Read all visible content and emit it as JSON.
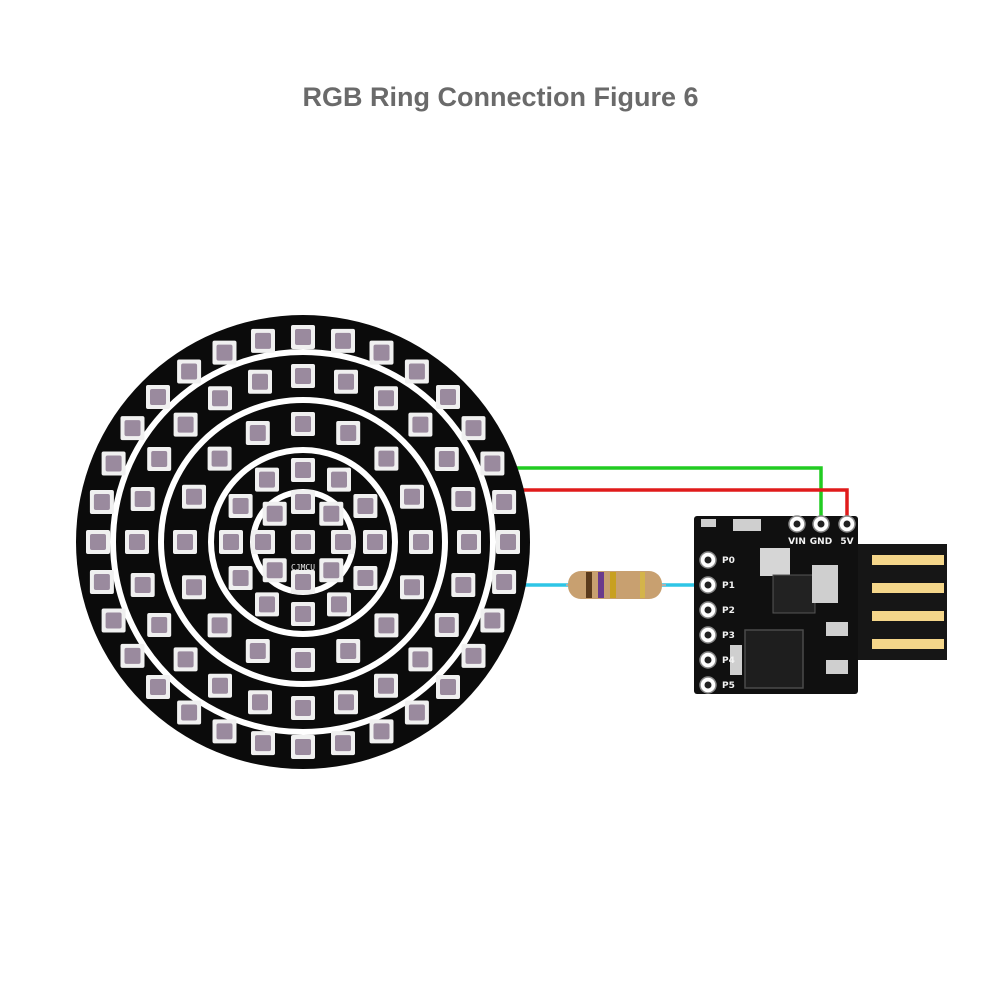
{
  "title": "RGB Ring Connection Figure 6",
  "ring_board": {
    "label": "CJMCU",
    "rings": [
      {
        "led_count": 32
      },
      {
        "led_count": 24
      },
      {
        "led_count": 16
      },
      {
        "led_count": 12
      },
      {
        "led_count": 8
      },
      {
        "led_count": 1
      }
    ]
  },
  "controller": {
    "power_pins": [
      "VIN",
      "GND",
      "5V"
    ],
    "io_pins": [
      "P0",
      "P1",
      "P2",
      "P3",
      "P4",
      "P5"
    ]
  },
  "wires": [
    {
      "name": "ground",
      "color": "#22cc22"
    },
    {
      "name": "power",
      "color": "#e01b1b"
    },
    {
      "name": "data",
      "color": "#2ec5e6"
    }
  ],
  "colors": {
    "pcb": "#0b0b0b",
    "pcb_trace": "#ffffff",
    "led_body": "#f0f0f0",
    "led_die": "#9a8a9e",
    "resistor_body": "#c8a070",
    "usb_contact": "#f4d68a"
  }
}
